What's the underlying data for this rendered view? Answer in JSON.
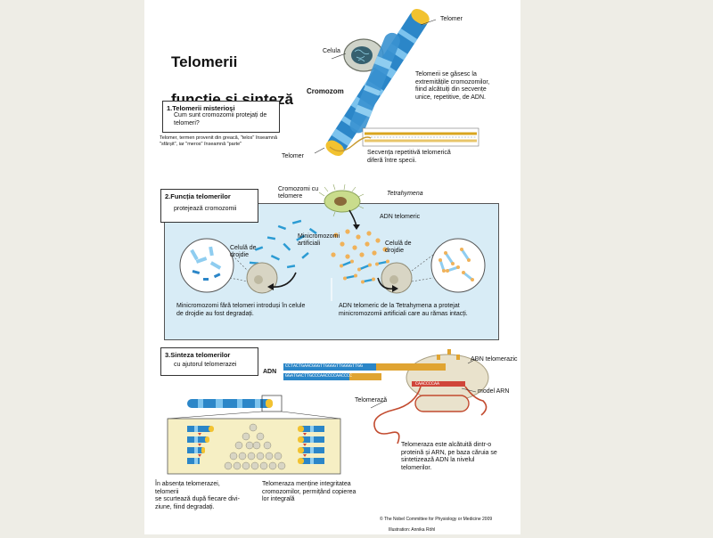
{
  "title": {
    "line1": "Telomerii",
    "line2": "funcție și sinteză"
  },
  "top": {
    "telomer_top": "Telomer",
    "celula": "Celula",
    "cromozom": "Cromozom",
    "telomer_bottom": "Telomer",
    "description": "Telomerii se găsesc la\nextremitățile cromozomilor,\nfiind alcătuiți din secvențe\nunice, repetitive, de ADN.",
    "sequence_note": "Secvența repetitivă telomerică\ndiferă între specii."
  },
  "section1": {
    "heading": "1.Telomerii misterioși",
    "question": "Cum sunt cromozomii protejați de\ntelomeri?",
    "etymology": "Telomer, termen provenit din greacă, \"telos\" înseamnă\n\"sfârșit\", iar \"meros\" înseamnă \"parte\""
  },
  "section2": {
    "heading": "2.Funcția telomerilor",
    "subheading": "protejează cromozomii",
    "cromozomi_cu_telomere": "Cromozomi cu\ntelomere",
    "tetrahymena": "Tetrahymena",
    "adn_telomeric": "ADN telomeric",
    "minicromozomi": "Minicromozomi\nartificiali",
    "celula_drojdie_left": "Celulă de\ndrojdie",
    "celula_drojdie_right": "Celulă de\ndrojdie",
    "caption_left": "Minicromozomi fără telomeri introduși în celule\nde drojdie au fost degradați.",
    "caption_right": "ADN telomeric de la Tetrahymena a protejat\nminicromozomii artificiali care au rămas intacți."
  },
  "section3": {
    "heading": "3.Sinteza telomerilor",
    "subheading": "cu ajutorul telomerazei",
    "adn": "ADN",
    "seq_top": "CCTACTGAACGGGTTGGGGTTGGGGTTGG",
    "seq_bottom": "GGATGACTTGCCCAACCCCAACCCC",
    "adn_telomerazic": "ADN telomerazic",
    "model_arn": "model ARN",
    "arn_seq": "CAACCCCAA",
    "telomeraza": "Telomerază",
    "telomeraza_desc": "Telomeraza este alcătuită dintr-o\nproteină și ARN, pe baza căruia se\nsintetizează ADN la nivelul\ntelomerilor.",
    "caption_left": "În absența telomerazei, telomerii\nse scurtează după fiecare divi-\nziune, fiind degradați.",
    "caption_right": "Telomeraza menține integritatea\ncromozomilor, permițând copierea\nlor integrală"
  },
  "credit": {
    "line1": "© The Nobel Committee for Physiology or Medicine 2009",
    "line2": "Illustration: Annika Röhl"
  },
  "colors": {
    "chromosome_blue": "#2b86c8",
    "chromosome_light": "#7cc3ee",
    "telomere_yellow": "#f2c230",
    "panel_blue": "#d8ecf6",
    "panel_yellow": "#f6efc4",
    "telomerase_beige": "#e9e2cc",
    "rna_red": "#d0453a",
    "arrow_black": "#1a1a1a"
  }
}
